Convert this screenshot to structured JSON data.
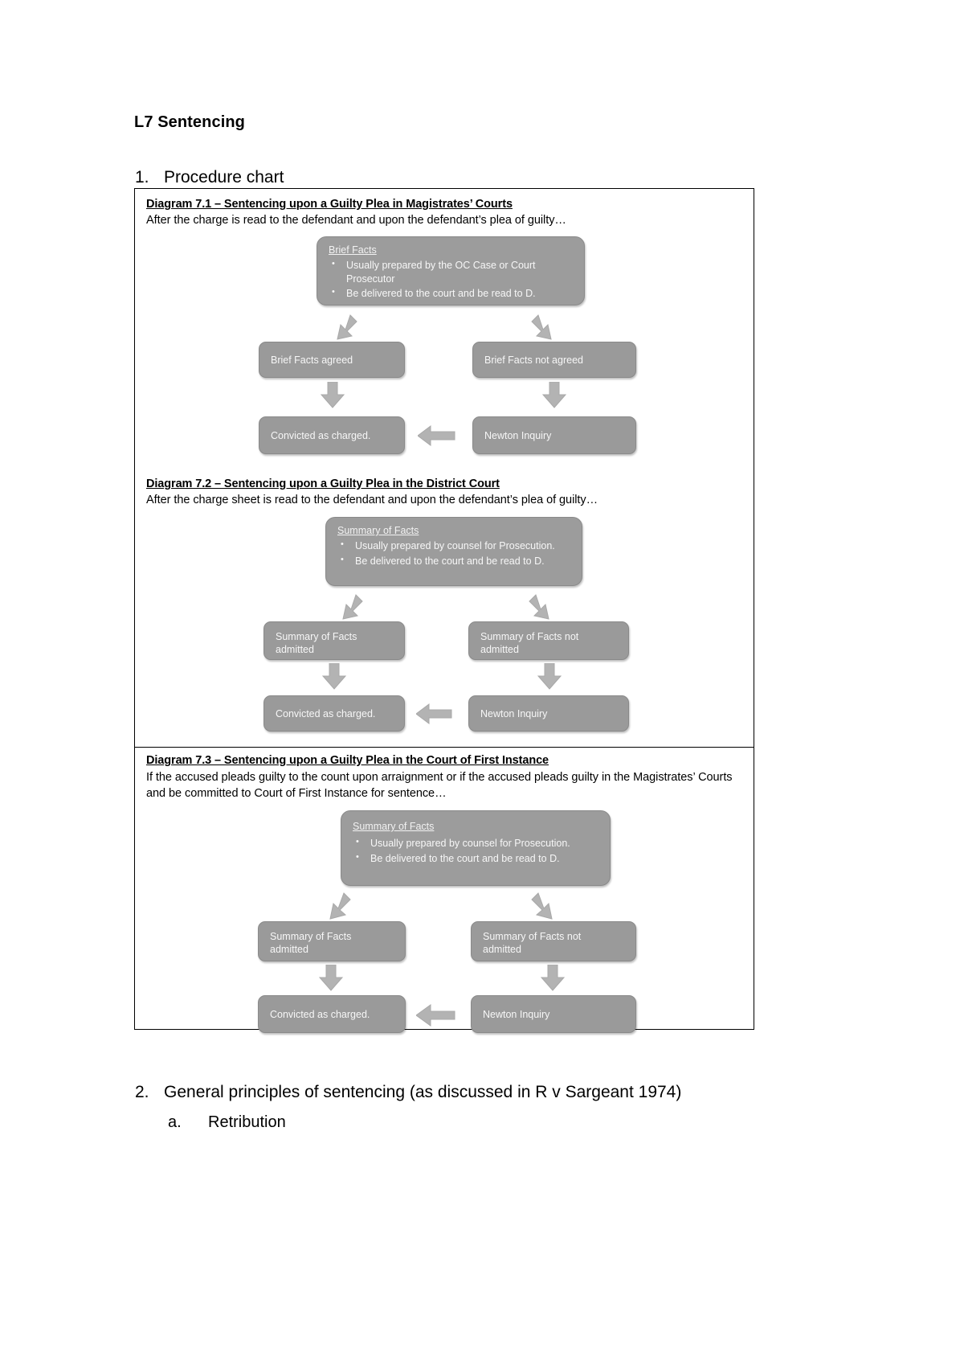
{
  "document": {
    "title": "L7 Sentencing",
    "sections": [
      {
        "number": "1.",
        "heading": "Procedure chart"
      },
      {
        "number": "2.",
        "heading": "General principles of sentencing (as discussed in R v Sargeant 1974)"
      }
    ],
    "subitem": {
      "number": "a.",
      "heading": "Retribution"
    }
  },
  "diagrams": [
    {
      "id": "7.1",
      "title": "Diagram 7.1 – Sentencing upon a Guilty Plea in Magistrates’ Courts",
      "intro": "After the charge is read to the defendant and upon the defendant’s plea of guilty…",
      "source_box": {
        "header": "Brief Facts",
        "bullets": [
          "Usually prepared by the OC Case or Court Prosecutor",
          "Be delivered to the court and be read to D."
        ]
      },
      "branch_left": "Brief Facts agreed",
      "branch_right": "Brief Facts not agreed",
      "outcome_left": "Convicted as charged.",
      "outcome_right": "Newton Inquiry"
    },
    {
      "id": "7.2",
      "title": "Diagram 7.2 – Sentencing upon a Guilty Plea in the District Court",
      "intro": "After the charge sheet is read to the defendant and upon the defendant’s plea of guilty…",
      "source_box": {
        "header": "Summary of Facts",
        "bullets": [
          "Usually prepared by counsel for Prosecution.",
          "Be delivered to the court and be read to D."
        ]
      },
      "branch_left": "Summary of Facts admitted",
      "branch_right": "Summary of Facts not admitted",
      "outcome_left": "Convicted as charged.",
      "outcome_right": "Newton Inquiry"
    },
    {
      "id": "7.3",
      "title": "Diagram 7.3 – Sentencing upon a Guilty Plea in the Court of First Instance",
      "intro": "If the accused pleads guilty to the count upon arraignment or if the accused pleads guilty in the Magistrates’ Courts and be committed to Court of First Instance for sentence…",
      "source_box": {
        "header": "Summary of Facts",
        "bullets": [
          "Usually prepared by counsel for Prosecution.",
          "Be delivered to the court and be read to D."
        ]
      },
      "branch_left": "Summary of Facts admitted",
      "branch_right": "Summary of Facts not admitted",
      "outcome_left": "Convicted as charged.",
      "outcome_right": "Newton Inquiry"
    }
  ],
  "colors": {
    "box_fill": "#9a9a9a",
    "box_text": "#ffffff",
    "arrow_fill": "#b3b3b3",
    "frame_border": "#000000"
  }
}
